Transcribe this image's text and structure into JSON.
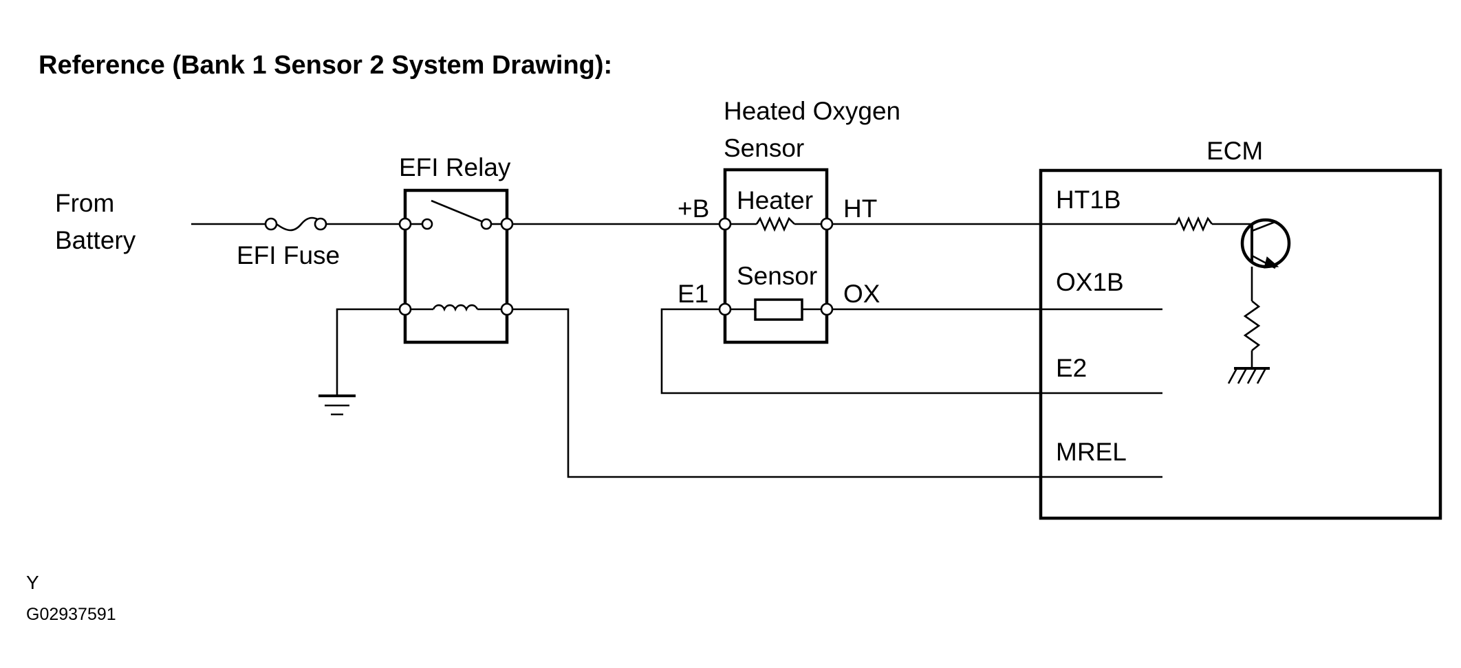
{
  "title": "Reference (Bank 1 Sensor 2 System Drawing):",
  "source": {
    "line1": "From",
    "line2": "Battery"
  },
  "fuse": {
    "label": "EFI Fuse"
  },
  "relay": {
    "label": "EFI Relay"
  },
  "sensor": {
    "title_line1": "Heated Oxygen",
    "title_line2": "Sensor",
    "heater_label": "Heater",
    "sensor_label": "Sensor",
    "pin_plus_b": "+B",
    "pin_ht": "HT",
    "pin_e1": "E1",
    "pin_ox": "OX"
  },
  "ecm": {
    "label": "ECM",
    "pins": [
      "HT1B",
      "OX1B",
      "E2",
      "MREL"
    ]
  },
  "footer": {
    "code_letter": "Y",
    "figure_id": "G02937591"
  }
}
